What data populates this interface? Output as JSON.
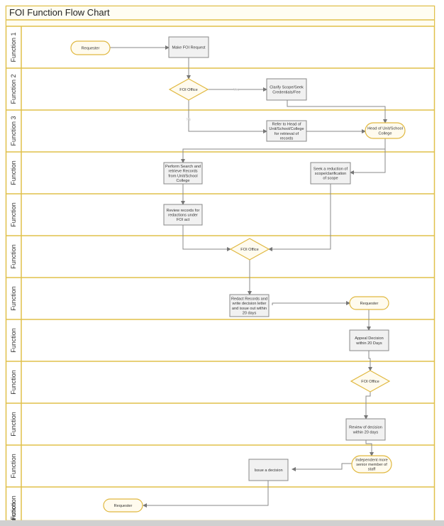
{
  "title": "FOI Function Flow Chart",
  "lanes": [
    "Function 1",
    "Function 2",
    "Function 3",
    "Function",
    "Function",
    "Function",
    "Function",
    "Function",
    "Function",
    "Function",
    "Function",
    "Function",
    "Function"
  ],
  "nodes": {
    "requester1": [
      "Requester"
    ],
    "make_request": [
      "Make FOI Request"
    ],
    "foi_office1": [
      "FOI Office"
    ],
    "clarify": [
      "Clarify Scope/Seek",
      "Credentials/Fee"
    ],
    "refer": [
      "Refer to Head of",
      "Unit/School/College",
      "for retrieval of",
      "records"
    ],
    "head_unit": [
      "Head of Unit/School",
      "College"
    ],
    "perform_search": [
      "Perform Search and",
      "retrieve Records",
      "from Unit/School",
      "College"
    ],
    "seek_reduction": [
      "Seek a reduction of",
      "scope/clarification",
      "of scope"
    ],
    "review_records": [
      "Review records for",
      "redactions under",
      "FOI act"
    ],
    "foi_office2": [
      "FOI Office"
    ],
    "redact": [
      "Redact Records and",
      "write decision letter",
      "and issue out within",
      "20 days"
    ],
    "requester2": [
      "Requester"
    ],
    "appeal": [
      "Appeal Decision",
      "within 20 Days"
    ],
    "foi_office3": [
      "FOI Office"
    ],
    "review_decision": [
      "Review of decision",
      "within 20 days"
    ],
    "independent": [
      "Independent more",
      "senior member of",
      "staff"
    ],
    "issue_decision": [
      "Issue a decision"
    ],
    "requester3": [
      "Requester"
    ]
  },
  "edge_labels": {
    "yes": "Yes",
    "no": "No"
  }
}
